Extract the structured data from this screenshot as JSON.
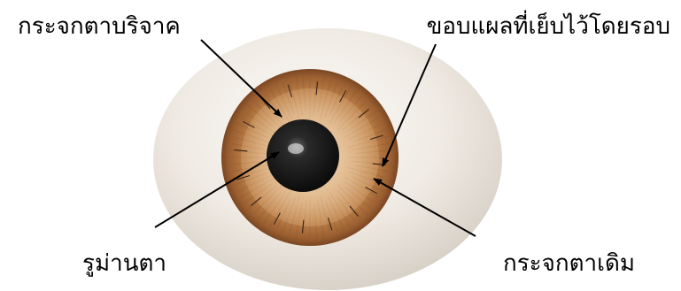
{
  "labels": {
    "donor_cornea": "กระจกตาบริจาค",
    "sutured_edge": "ขอบแผลที่เย็บไว้โดยรอบ",
    "pupil": "รูม่านตา",
    "original_cornea": "กระจกตาเดิม"
  },
  "colors": {
    "background": "#ffffff",
    "sclera": "#f0ebe4",
    "iris_outer": "#a86a3a",
    "iris_inner": "#d9a874",
    "graft_tint": "#e9c9a3",
    "pupil": "#1a1a1a",
    "annotation": "#000000",
    "suture": "#3a2416"
  },
  "icons": {
    "eyeball": "eyeball-illustration",
    "arrow": "pointer-arrow"
  }
}
